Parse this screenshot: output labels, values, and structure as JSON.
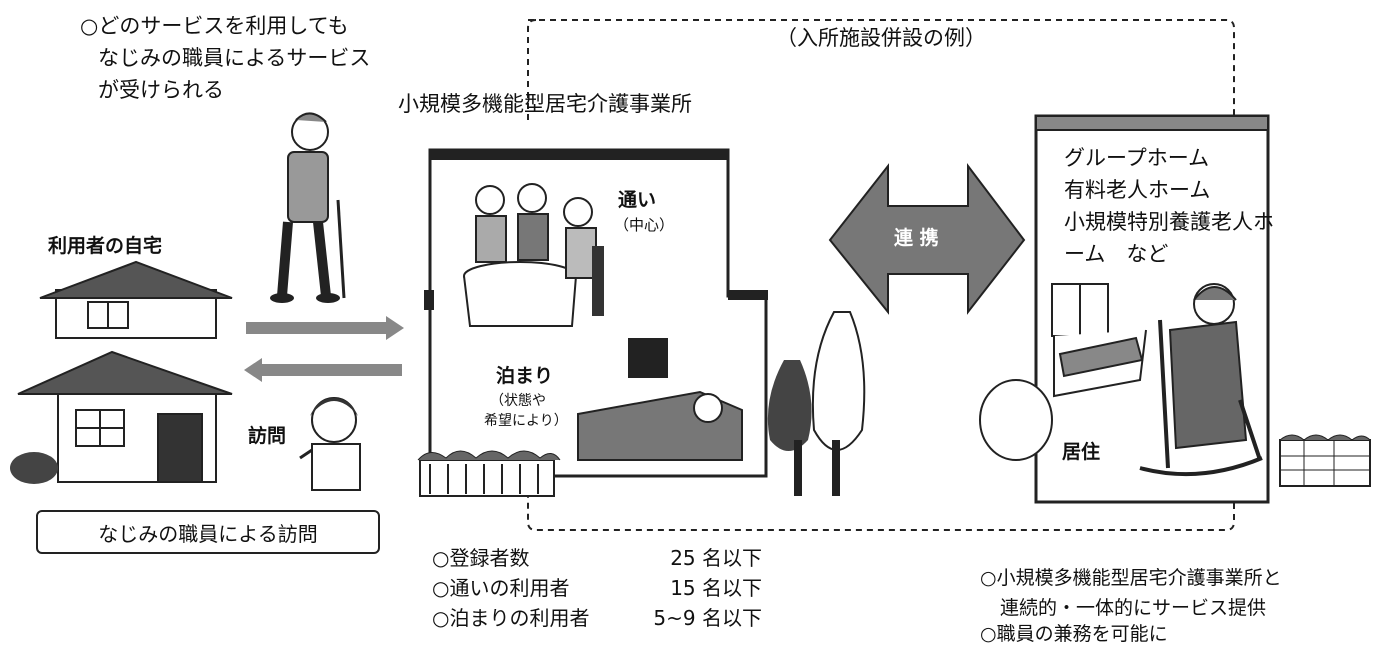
{
  "notes_top": {
    "line1": "○どのサービスを利用しても",
    "line2": "なじみの職員によるサービス",
    "line3": "が受けられる"
  },
  "facility_title": "小規模多機能型居宅介護事業所",
  "joint_example": "（入所施設併設の例）",
  "home_label": "利用者の自宅",
  "visit_label": "訪問",
  "visit_box": "なじみの職員による訪問",
  "day_service": {
    "line1": "通い",
    "line2": "（中心）"
  },
  "stay": {
    "line1": "泊まり",
    "line2": "（状態や",
    "line3": "希望により）"
  },
  "link_label": "連 携",
  "partner_facilities": {
    "line1": "グループホーム",
    "line2": "有料老人ホーム",
    "line3": "小規模特別養護老人ホ",
    "line4": "ーム　など"
  },
  "residence_label": "居住",
  "stats": [
    {
      "label": "○登録者数",
      "value": "25 名以下"
    },
    {
      "label": "○通いの利用者",
      "value": "15 名以下"
    },
    {
      "label": "○泊まりの利用者",
      "value": "5~9 名以下"
    }
  ],
  "notes_bottom": {
    "line1": "○小規模多機能型居宅介護事業所と",
    "line2": "連続的・一体的にサービス提供",
    "line3": "○職員の兼務を可能に"
  }
}
